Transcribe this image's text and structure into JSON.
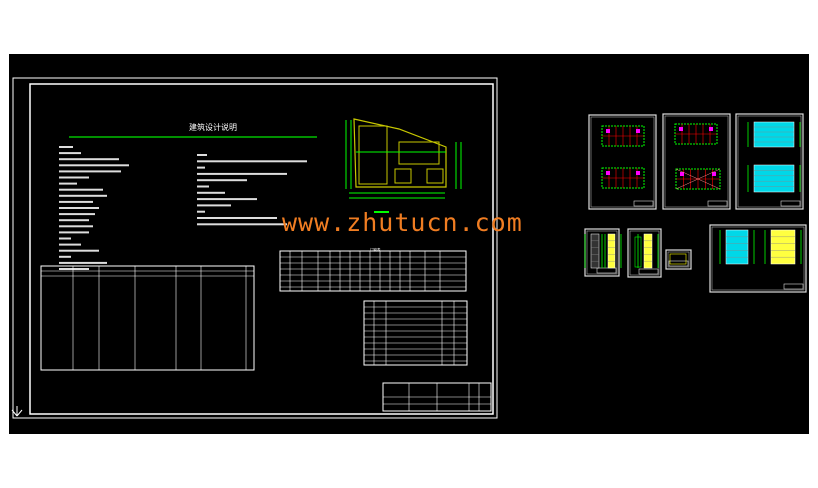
{
  "drawing": {
    "title": "建筑设计说明",
    "table_title": "门窗表",
    "watermark": "www.zhutucn.com"
  },
  "colors": {
    "background": "#000000",
    "frame": "#ffffff",
    "title_rule": "#00c000",
    "site_outline": "#c8c800",
    "dimension": "#00ff00",
    "watermark": "#f07d22",
    "elevation_fill": "#00d8e8",
    "highlight": "#ff00ff",
    "wall": "#ff0000",
    "yellow": "#ffff40"
  },
  "thumbnails": [
    {
      "kind": "floor-plan"
    },
    {
      "kind": "floor-plan"
    },
    {
      "kind": "elevation"
    },
    {
      "kind": "section"
    },
    {
      "kind": "section"
    },
    {
      "kind": "detail"
    },
    {
      "kind": "elevation"
    }
  ]
}
